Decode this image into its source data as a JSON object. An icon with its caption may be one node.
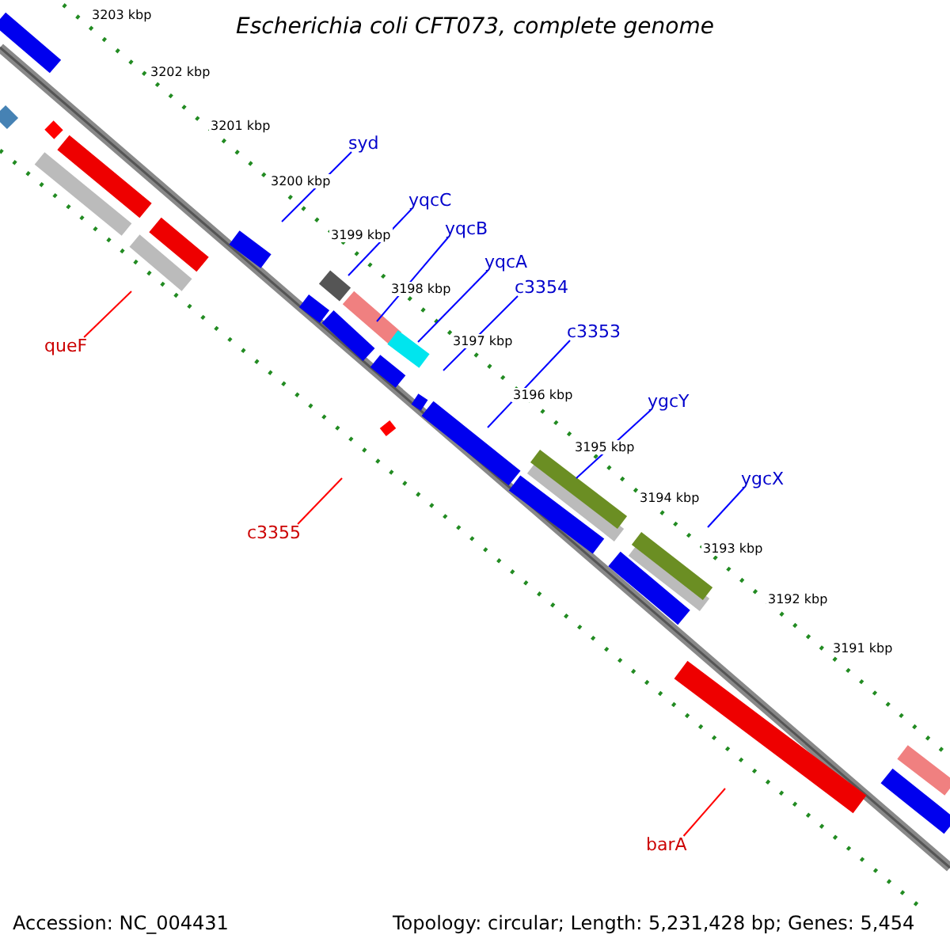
{
  "diagram": {
    "title": "Escherichia coli CFT073, complete genome",
    "nodes": [
      {
        "text": [
          "syd"
        ]
      },
      {
        "text": [
          "yqcC"
        ]
      },
      {
        "text": [
          "yqcB"
        ]
      },
      {
        "text": [
          "yqcA"
        ]
      },
      {
        "text": [
          "c3354"
        ]
      },
      {
        "text": [
          "c3353"
        ]
      },
      {
        "text": [
          "ygcY"
        ]
      },
      {
        "text": [
          "ygcX"
        ]
      },
      {
        "text": [
          "queF"
        ]
      },
      {
        "text": [
          "c3355"
        ]
      },
      {
        "text": [
          "barA"
        ]
      }
    ],
    "edges": [
      {
        "from": 0,
        "to": null,
        "arrow": "none"
      },
      {
        "from": 1,
        "to": null,
        "arrow": "none"
      },
      {
        "from": 2,
        "to": null,
        "arrow": "none"
      },
      {
        "from": 3,
        "to": null,
        "arrow": "none"
      },
      {
        "from": 4,
        "to": null,
        "arrow": "none"
      },
      {
        "from": 5,
        "to": null,
        "arrow": "none"
      },
      {
        "from": 6,
        "to": null,
        "arrow": "none"
      },
      {
        "from": 7,
        "to": null,
        "arrow": "none"
      },
      {
        "from": 8,
        "to": null,
        "arrow": "none",
        "color": "#ff0000"
      },
      {
        "from": 9,
        "to": null,
        "arrow": "none",
        "color": "#ff0000"
      },
      {
        "from": 10,
        "to": null,
        "arrow": "none",
        "color": "#ff0000"
      }
    ],
    "labels": [
      "3203 kbp",
      "3202 kbp",
      "3201 kbp",
      "3200 kbp",
      "3199 kbp",
      "3198 kbp",
      "3197 kbp",
      "3196 kbp",
      "3195 kbp",
      "3194 kbp",
      "3193 kbp",
      "3192 kbp",
      "3191 kbp",
      "Accession: NC_004431",
      "Topology: circular; Length: 5,231,428 bp; Genes: 5,454"
    ]
  }
}
